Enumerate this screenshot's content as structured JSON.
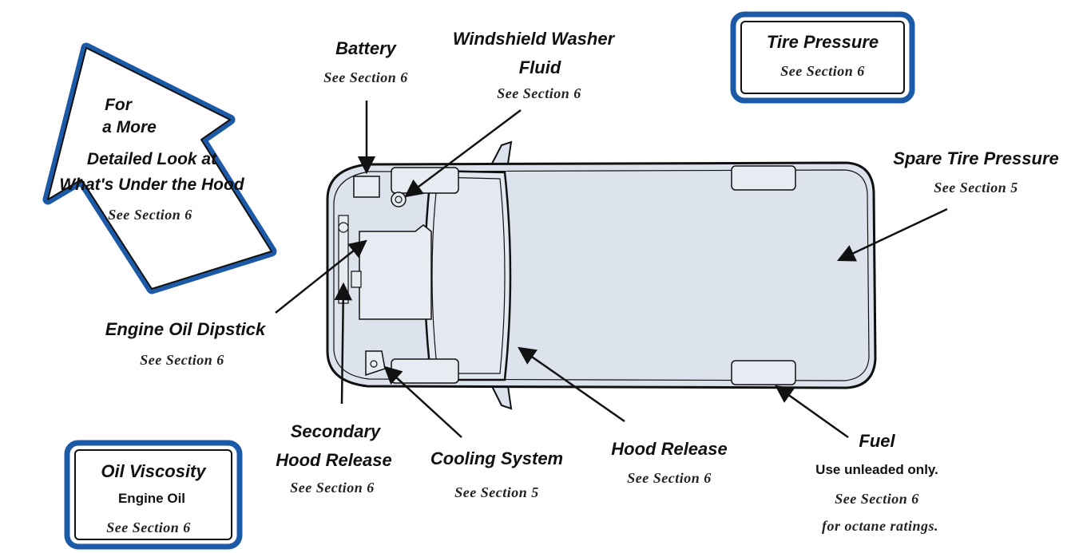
{
  "colors": {
    "frame_blue": "#1c5aa8",
    "vehicle_fill": "#dde3ec",
    "outline": "#111111",
    "background": "#ffffff"
  },
  "callout_arrow": {
    "line1": "For",
    "line2": "a More",
    "line3": "Detailed Look at",
    "line4": "What's Under the Hood",
    "section": "See Section 6"
  },
  "labels": {
    "battery": {
      "title": "Battery",
      "section": "See Section 6"
    },
    "washer": {
      "title1": "Windshield Washer",
      "title2": "Fluid",
      "section": "See Section 6"
    },
    "tire_pressure": {
      "title": "Tire Pressure",
      "section": "See Section 6"
    },
    "spare_tire": {
      "title": "Spare Tire Pressure",
      "section": "See Section 5"
    },
    "dipstick": {
      "title": "Engine Oil Dipstick",
      "section": "See Section 6"
    },
    "secondary_hood": {
      "title1": "Secondary",
      "title2": "Hood Release",
      "section": "See Section 6"
    },
    "cooling": {
      "title": "Cooling System",
      "section": "See Section 5"
    },
    "hood_release": {
      "title": "Hood Release",
      "section": "See Section 6"
    },
    "fuel": {
      "title": "Fuel",
      "note": "Use unleaded only.",
      "section": "See Section 6",
      "section2": "for octane ratings."
    },
    "oil_viscosity": {
      "title": "Oil Viscosity",
      "subtitle": "Engine Oil",
      "section": "See Section 6"
    }
  }
}
